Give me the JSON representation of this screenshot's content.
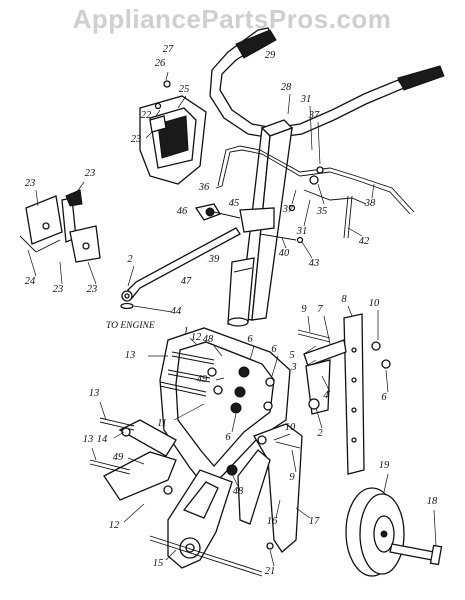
{
  "watermark": "AppliancePartsPros.com",
  "caption": "TO ENGINE",
  "callouts": [
    {
      "id": "c27",
      "label": "27"
    },
    {
      "id": "c26",
      "label": "26"
    },
    {
      "id": "c25",
      "label": "25"
    },
    {
      "id": "c22",
      "label": "22"
    },
    {
      "id": "c23a",
      "label": "23"
    },
    {
      "id": "c29",
      "label": "29"
    },
    {
      "id": "c28",
      "label": "28"
    },
    {
      "id": "c31a",
      "label": "31"
    },
    {
      "id": "c37a",
      "label": "37"
    },
    {
      "id": "c36",
      "label": "36"
    },
    {
      "id": "c37b",
      "label": "37"
    },
    {
      "id": "c35",
      "label": "35"
    },
    {
      "id": "c38",
      "label": "38"
    },
    {
      "id": "c31b",
      "label": "31"
    },
    {
      "id": "c42",
      "label": "42"
    },
    {
      "id": "c23b",
      "label": "23"
    },
    {
      "id": "c23c",
      "label": "23"
    },
    {
      "id": "c46",
      "label": "46"
    },
    {
      "id": "c45",
      "label": "45"
    },
    {
      "id": "c40",
      "label": "40"
    },
    {
      "id": "c43",
      "label": "43"
    },
    {
      "id": "c39",
      "label": "39"
    },
    {
      "id": "c2a",
      "label": "2"
    },
    {
      "id": "c47",
      "label": "47"
    },
    {
      "id": "c24",
      "label": "24"
    },
    {
      "id": "c23d",
      "label": "23"
    },
    {
      "id": "c23e",
      "label": "23"
    },
    {
      "id": "c44",
      "label": "44"
    },
    {
      "id": "c9a",
      "label": "9"
    },
    {
      "id": "c8",
      "label": "8"
    },
    {
      "id": "c10a",
      "label": "10"
    },
    {
      "id": "c7",
      "label": "7"
    },
    {
      "id": "c5",
      "label": "5"
    },
    {
      "id": "c3",
      "label": "3"
    },
    {
      "id": "c6a",
      "label": "6"
    },
    {
      "id": "c4",
      "label": "4"
    },
    {
      "id": "c1",
      "label": "1"
    },
    {
      "id": "c12a",
      "label": "12"
    },
    {
      "id": "c48a",
      "label": "48"
    },
    {
      "id": "c13a",
      "label": "13"
    },
    {
      "id": "c6b",
      "label": "6"
    },
    {
      "id": "c6c",
      "label": "6"
    },
    {
      "id": "c49a",
      "label": "49"
    },
    {
      "id": "c11",
      "label": "11"
    },
    {
      "id": "c2b",
      "label": "2"
    },
    {
      "id": "c6d",
      "label": "6"
    },
    {
      "id": "c13b",
      "label": "13"
    },
    {
      "id": "c14",
      "label": "14"
    },
    {
      "id": "c10b",
      "label": "10"
    },
    {
      "id": "c13c",
      "label": "13"
    },
    {
      "id": "c49b",
      "label": "49"
    },
    {
      "id": "c9b",
      "label": "9"
    },
    {
      "id": "c48b",
      "label": "48"
    },
    {
      "id": "c12b",
      "label": "12"
    },
    {
      "id": "c16",
      "label": "16"
    },
    {
      "id": "c17",
      "label": "17"
    },
    {
      "id": "c19",
      "label": "19"
    },
    {
      "id": "c18",
      "label": "18"
    },
    {
      "id": "c15",
      "label": "15"
    },
    {
      "id": "c21",
      "label": "21"
    }
  ]
}
